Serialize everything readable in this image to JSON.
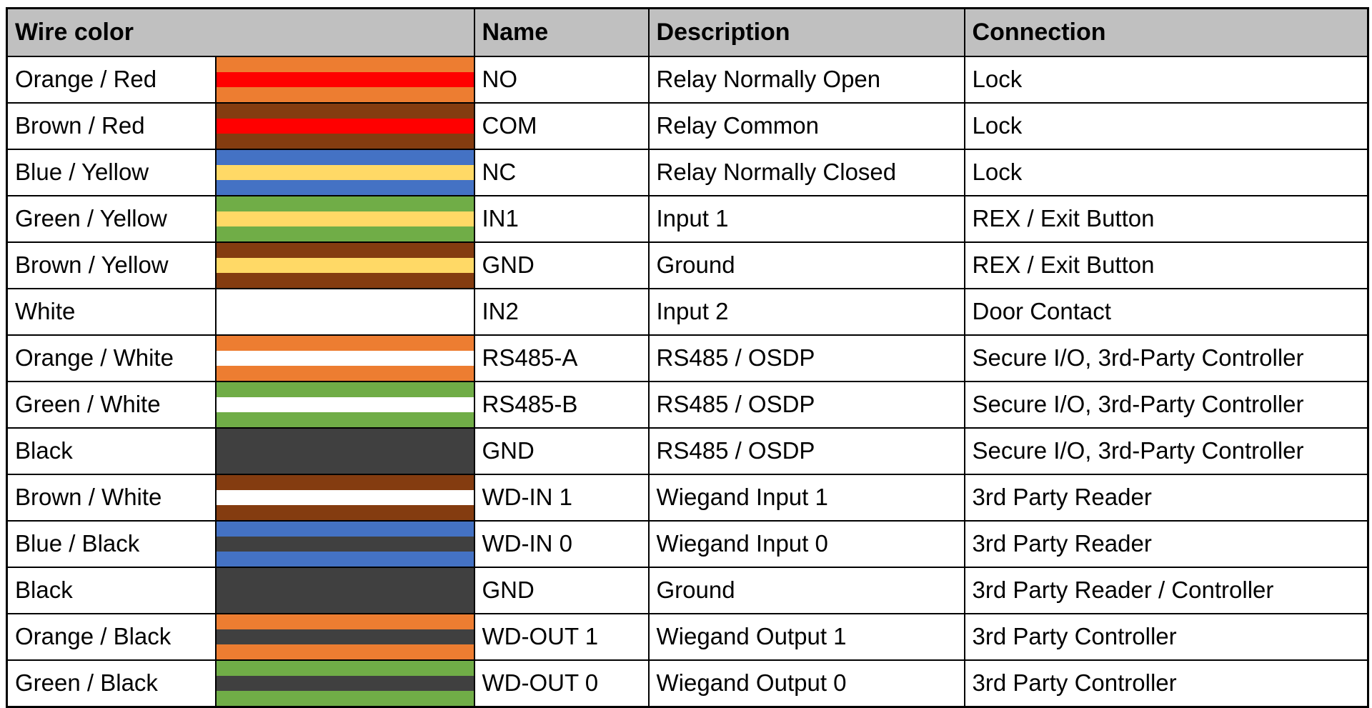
{
  "table": {
    "headers": {
      "wire_color": "Wire color",
      "name": "Name",
      "description": "Description",
      "connection": "Connection"
    },
    "header_bg": "#c0c0c0",
    "border_color": "#000000",
    "wire_colors": {
      "orange": "#ED7D31",
      "red": "#FF0000",
      "brown": "#843C10",
      "blue": "#4472C4",
      "yellow": "#FFD966",
      "green": "#70AD47",
      "white": "#FFFFFF",
      "black": "#404040"
    },
    "rows": [
      {
        "label": "Orange / Red",
        "swatch": [
          "#ED7D31",
          "#FF0000",
          "#ED7D31"
        ],
        "name": "NO",
        "description": "Relay Normally Open",
        "connection": "Lock"
      },
      {
        "label": "Brown / Red",
        "swatch": [
          "#843C10",
          "#FF0000",
          "#843C10"
        ],
        "name": "COM",
        "description": "Relay Common",
        "connection": "Lock"
      },
      {
        "label": "Blue / Yellow",
        "swatch": [
          "#4472C4",
          "#FFD966",
          "#4472C4"
        ],
        "name": "NC",
        "description": "Relay Normally Closed",
        "connection": "Lock"
      },
      {
        "label": "Green / Yellow",
        "swatch": [
          "#70AD47",
          "#FFD966",
          "#70AD47"
        ],
        "name": "IN1",
        "description": "Input 1",
        "connection": "REX / Exit Button"
      },
      {
        "label": "Brown / Yellow",
        "swatch": [
          "#843C10",
          "#FFD966",
          "#843C10"
        ],
        "name": "GND",
        "description": "Ground",
        "connection": "REX / Exit Button"
      },
      {
        "label": "White",
        "swatch": [
          "#FFFFFF",
          "#FFFFFF",
          "#FFFFFF"
        ],
        "name": "IN2",
        "description": "Input 2",
        "connection": "Door Contact"
      },
      {
        "label": "Orange / White",
        "swatch": [
          "#ED7D31",
          "#FFFFFF",
          "#ED7D31"
        ],
        "name": "RS485-A",
        "description": "RS485 / OSDP",
        "connection": "Secure I/O, 3rd-Party Controller"
      },
      {
        "label": "Green / White",
        "swatch": [
          "#70AD47",
          "#FFFFFF",
          "#70AD47"
        ],
        "name": "RS485-B",
        "description": "RS485 / OSDP",
        "connection": "Secure I/O, 3rd-Party Controller"
      },
      {
        "label": "Black",
        "swatch": [
          "#404040",
          "#404040",
          "#404040"
        ],
        "name": "GND",
        "description": "RS485 / OSDP",
        "connection": "Secure I/O, 3rd-Party Controller"
      },
      {
        "label": "Brown / White",
        "swatch": [
          "#843C10",
          "#FFFFFF",
          "#843C10"
        ],
        "name": "WD-IN 1",
        "description": "Wiegand Input 1",
        "connection": "3rd Party Reader"
      },
      {
        "label": "Blue / Black",
        "swatch": [
          "#4472C4",
          "#404040",
          "#4472C4"
        ],
        "name": "WD-IN 0",
        "description": "Wiegand Input 0",
        "connection": "3rd Party Reader"
      },
      {
        "label": "Black",
        "swatch": [
          "#404040",
          "#404040",
          "#404040"
        ],
        "name": "GND",
        "description": "Ground",
        "connection": "3rd Party Reader / Controller"
      },
      {
        "label": "Orange / Black",
        "swatch": [
          "#ED7D31",
          "#404040",
          "#ED7D31"
        ],
        "name": "WD-OUT 1",
        "description": "Wiegand Output 1",
        "connection": "3rd Party Controller"
      },
      {
        "label": "Green / Black",
        "swatch": [
          "#70AD47",
          "#404040",
          "#70AD47"
        ],
        "name": "WD-OUT 0",
        "description": "Wiegand Output 0",
        "connection": "3rd Party Controller"
      }
    ]
  }
}
